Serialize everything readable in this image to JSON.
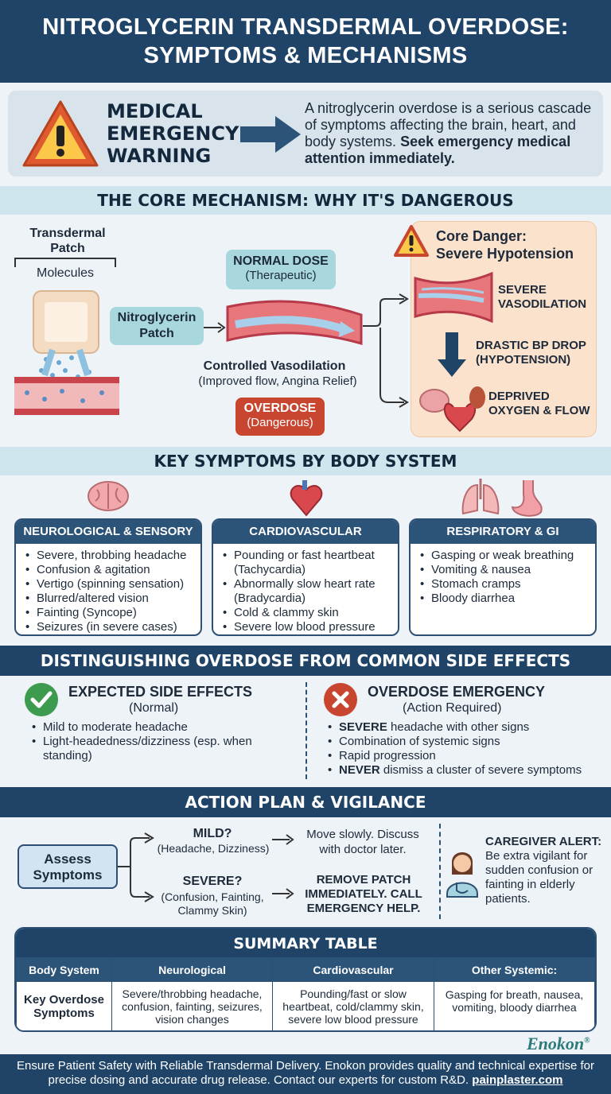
{
  "header": {
    "title_line1": "NITROGLYCERIN TRANSDERMAL OVERDOSE:",
    "title_line2": "SYMPTOMS & MECHANISMS"
  },
  "warning": {
    "heading": "MEDICAL EMERGENCY WARNING",
    "text": "A nitroglycerin overdose is a serious cascade of symptoms affecting the brain, heart, and body systems.",
    "text_bold": "Seek emergency medical attention immediately."
  },
  "mechanism": {
    "section_title": "THE CORE MECHANISM: WHY IT'S DANGEROUS",
    "patch_title": "Transdermal Patch",
    "molecules_label": "Molecules",
    "patch_label": "Nitroglycerin Patch",
    "normal_dose": "NORMAL DOSE",
    "normal_dose_sub": "(Therapeutic)",
    "controlled": "Controlled Vasodilation",
    "controlled_sub": "(Improved flow, Angina Relief)",
    "overdose": "OVERDOSE",
    "overdose_sub": "(Dangerous)",
    "core_danger_line1": "Core Danger:",
    "core_danger_line2": "Severe Hypotension",
    "step1": "SEVERE VASODILATION",
    "step2": "DRASTIC BP DROP (HYPOTENSION)",
    "step3": "DEPRIVED OXYGEN & FLOW"
  },
  "symptoms": {
    "section_title": "KEY SYMPTOMS BY BODY SYSTEM",
    "cards": [
      {
        "title": "NEUROLOGICAL & SENSORY",
        "items": [
          "Severe, throbbing headache",
          "Confusion & agitation",
          "Vertigo (spinning sensation)",
          "Blurred/altered vision",
          "Fainting (Syncope)",
          "Seizures (in severe cases)"
        ]
      },
      {
        "title": "CARDIOVASCULAR",
        "items": [
          "Pounding or fast heartbeat (Tachycardia)",
          "Abnormally slow heart rate (Bradycardia)",
          "Cold & clammy skin",
          "Severe low blood pressure"
        ]
      },
      {
        "title": "RESPIRATORY & GI",
        "items": [
          "Gasping or weak breathing",
          "Vomiting & nausea",
          "Stomach cramps",
          "Bloody diarrhea"
        ]
      }
    ]
  },
  "distinguish": {
    "section_title": "DISTINGUISHING OVERDOSE FROM COMMON SIDE EFFECTS",
    "expected_title": "EXPECTED SIDE EFFECTS",
    "expected_sub": "(Normal)",
    "expected_items": [
      "Mild to moderate headache",
      "Light-headedness/dizziness (esp. when standing)"
    ],
    "overdose_title": "OVERDOSE EMERGENCY",
    "overdose_sub": "(Action Required)",
    "overdose_items": [
      {
        "bold": "SEVERE",
        "rest": " headache with other signs"
      },
      {
        "bold": "",
        "rest": "Combination of systemic signs"
      },
      {
        "bold": "",
        "rest": "Rapid progression"
      },
      {
        "bold": "NEVER",
        "rest": " dismiss a cluster of severe symptoms"
      }
    ]
  },
  "action": {
    "section_title": "ACTION PLAN & VIGILANCE",
    "assess": "Assess Symptoms",
    "mild": "MILD?",
    "mild_sub": "(Headache, Dizziness)",
    "mild_action": "Move slowly. Discuss with doctor later.",
    "severe": "SEVERE?",
    "severe_sub": "(Confusion, Fainting, Clammy Skin)",
    "severe_action": "REMOVE PATCH IMMEDIATELY. CALL EMERGENCY HELP.",
    "caregiver_title": "CAREGIVER ALERT:",
    "caregiver_text": "Be extra vigilant for sudden confusion or fainting in elderly patients."
  },
  "summary": {
    "title": "SUMMARY TABLE",
    "headers": [
      "Body System",
      "Neurological",
      "Cardiovascular",
      "Other Systemic:"
    ],
    "row_label": "Key Overdose Symptoms",
    "row": [
      "Severe/throbbing headache, confusion, fainting, seizures, vision changes",
      "Pounding/fast or slow heartbeat, cold/clammy skin, severe low blood pressure",
      "Gasping for breath, nausea, vomiting, bloody diarrhea"
    ]
  },
  "brand": "Enokon",
  "footer": {
    "text": "Ensure Patient Safety with Reliable Transdermal Delivery. Enokon provides quality and technical expertise for precise dosing and accurate drug release. Contact our experts for custom R&D.",
    "link": "painplaster.com"
  },
  "colors": {
    "navy": "#1f4468",
    "accent_red": "#c8462f",
    "light_teal": "#cfe6ee",
    "peach": "#fbe2cc"
  }
}
